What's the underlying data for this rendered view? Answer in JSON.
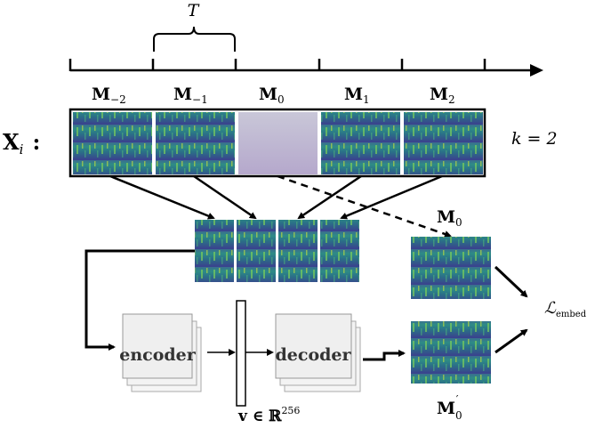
{
  "timeline": {
    "window_label": "T",
    "segment_labels": [
      {
        "base": "M",
        "sub": "−2"
      },
      {
        "base": "M",
        "sub": "−1"
      },
      {
        "base": "M",
        "sub": "0"
      },
      {
        "base": "M",
        "sub": "1"
      },
      {
        "base": "M",
        "sub": "2"
      }
    ]
  },
  "input": {
    "base": "X",
    "sub": "i",
    "suffix": ":",
    "k_label": "k = 2"
  },
  "model": {
    "encoder_label": "encoder",
    "decoder_label": "decoder",
    "latent_label": "v ∈ ℝ",
    "latent_sup": "256"
  },
  "targets": {
    "target_base": "M",
    "target_sub": "0",
    "pred_base": "M",
    "pred_sub": "0",
    "pred_prime": "′",
    "loss_base": "ℒ",
    "loss_sub": "embed"
  },
  "colors": {
    "spec_dark": "#3b3f8e",
    "spec_mid": "#2b7c8e",
    "spec_light": "#5cc26b",
    "spec_bright": "#d8e532",
    "masked": "#b8a9c8"
  }
}
